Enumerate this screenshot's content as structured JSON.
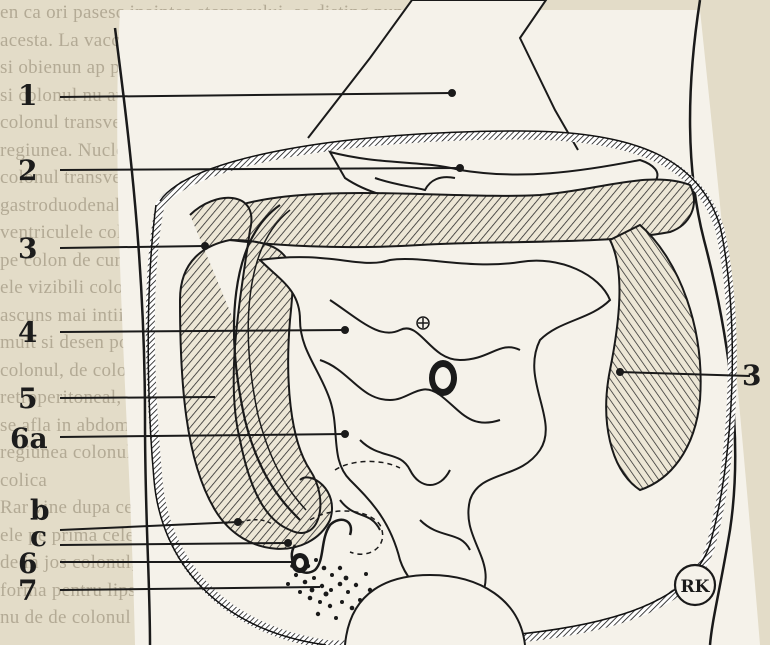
{
  "background_text": [
    "en ca ori pasesc inaintea stomacului, se disting pungi, cutele de ce",
    "acesta. La vaccine colonul ascendent este o ghemuit. Vegetal",
    "si obienun ap pe, nu-i fie pe nici de curbura, se deschid",
    "si colonul nu au formi, nu oricand mareste in peritoneu. Pe partile",
    "colonul transvers lealu sa mult de te colon, si nu aduce",
    "regiunea. Nucleu este tot lume, ca o da sa in legate regiunea sau",
    "colonul transverse se afla inaintea stomacului, jos si la dreapta",
    "gastroduodenal care formeaza unghiul ca de colon intrarea si",
    "ventriculele colonul transvers, si partea de sus la colonul sau",
    "pe colon de curbura mare cu vasele la intre colon",
    "ele vizibili colonul transvers nu iti in cutele",
    "ascuns mai intii colonul ascendent, care se desparte",
    "mult si desen poate fi colonul de sub",
    "colonul, de colonul ascendent la partea de sus",
    "retroperitoneal, fiind legat de partea din spate a",
    "se afla in abdomen, sub forma unui cerc si pe",
    "regiunea colonului, la stanga nu se vede, nici",
    "colica",
    "Rar vine dupa ce inima cecului ca sa patrunda",
    "ele pe prima cele are care de partea si pot afla",
    "de in jos colonul, in ce partea cu de vaselor",
    "forma pentru lipsa unei membrane",
    "nu de de colonul si in partea de"
  ],
  "labels": [
    "1",
    "2",
    "3",
    "4",
    "5",
    "6a",
    "b",
    "c",
    "6",
    "7",
    "3"
  ],
  "monogram": "RK"
}
